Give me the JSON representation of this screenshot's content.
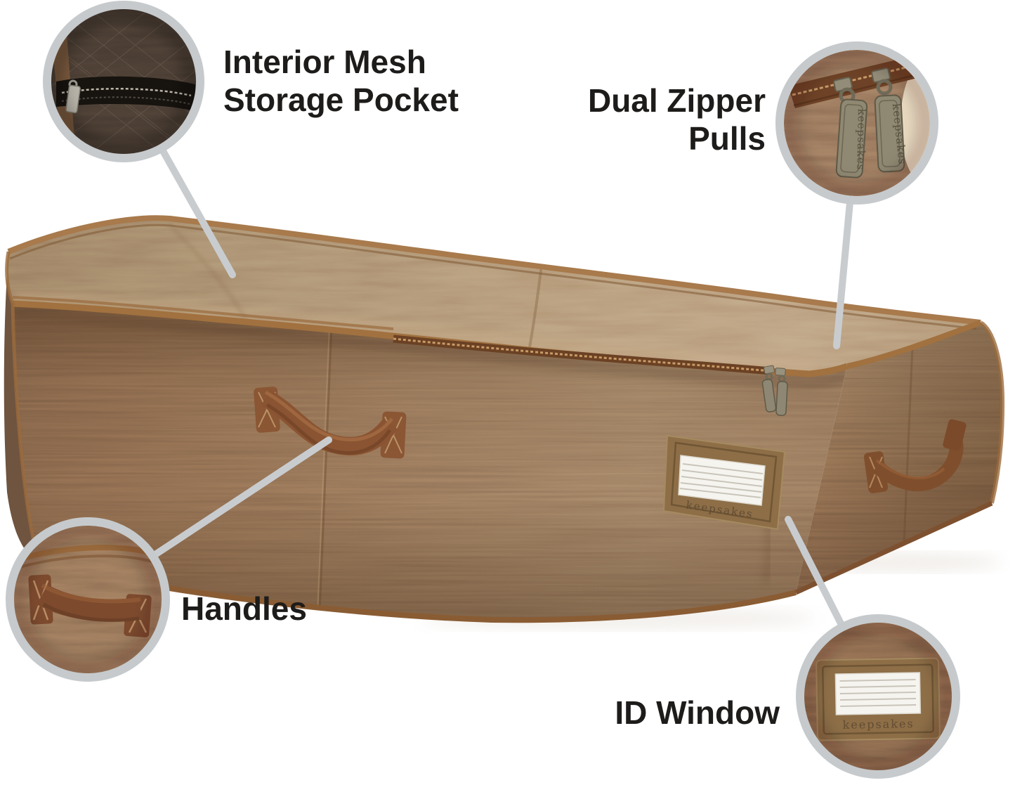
{
  "page": {
    "background_color": "#ffffff"
  },
  "callouts": {
    "mesh_pocket": {
      "line1": "Interior Mesh",
      "line2": "Storage Pocket"
    },
    "dual_zipper": {
      "line1": "Dual Zipper",
      "line2": "Pulls"
    },
    "handles": {
      "line1": "Handles"
    },
    "id_window": {
      "line1": "ID Window"
    }
  },
  "brand": {
    "patch_label": "keepsakes",
    "inset_patch_label": "keepsakes",
    "pull_engraving": "keepsakes"
  },
  "colors": {
    "background": "#ffffff",
    "text": "#1e1c1a",
    "leader_line": "#c9cccf",
    "magnifier_ring": "#c6cacc",
    "fabric_lid": "#ab8e70",
    "fabric_front": "#8d6e53",
    "fabric_side": "#85674c",
    "trim": "#a1713f",
    "zipper_tape": "#6b4124",
    "strap": "#82512f",
    "metal_pull": "#8f8872",
    "id_patch": "#8d6e47",
    "id_card": "#f6f4ef"
  }
}
